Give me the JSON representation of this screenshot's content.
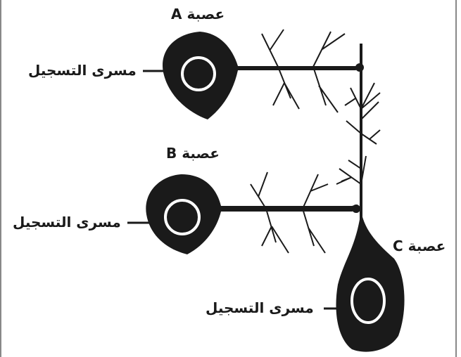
{
  "labels": {
    "neuron_a": "عصبة A",
    "neuron_b": "عصبة B",
    "neuron_c": "عصبة C",
    "electrode_a": "مسرى التسجيل",
    "electrode_b": "مسرى التسجيل",
    "electrode_c": "مسرى التسجيل"
  },
  "colors": {
    "ink": "#1a1a1a",
    "background": "#ffffff",
    "electrode_ring": "#ffffff"
  }
}
